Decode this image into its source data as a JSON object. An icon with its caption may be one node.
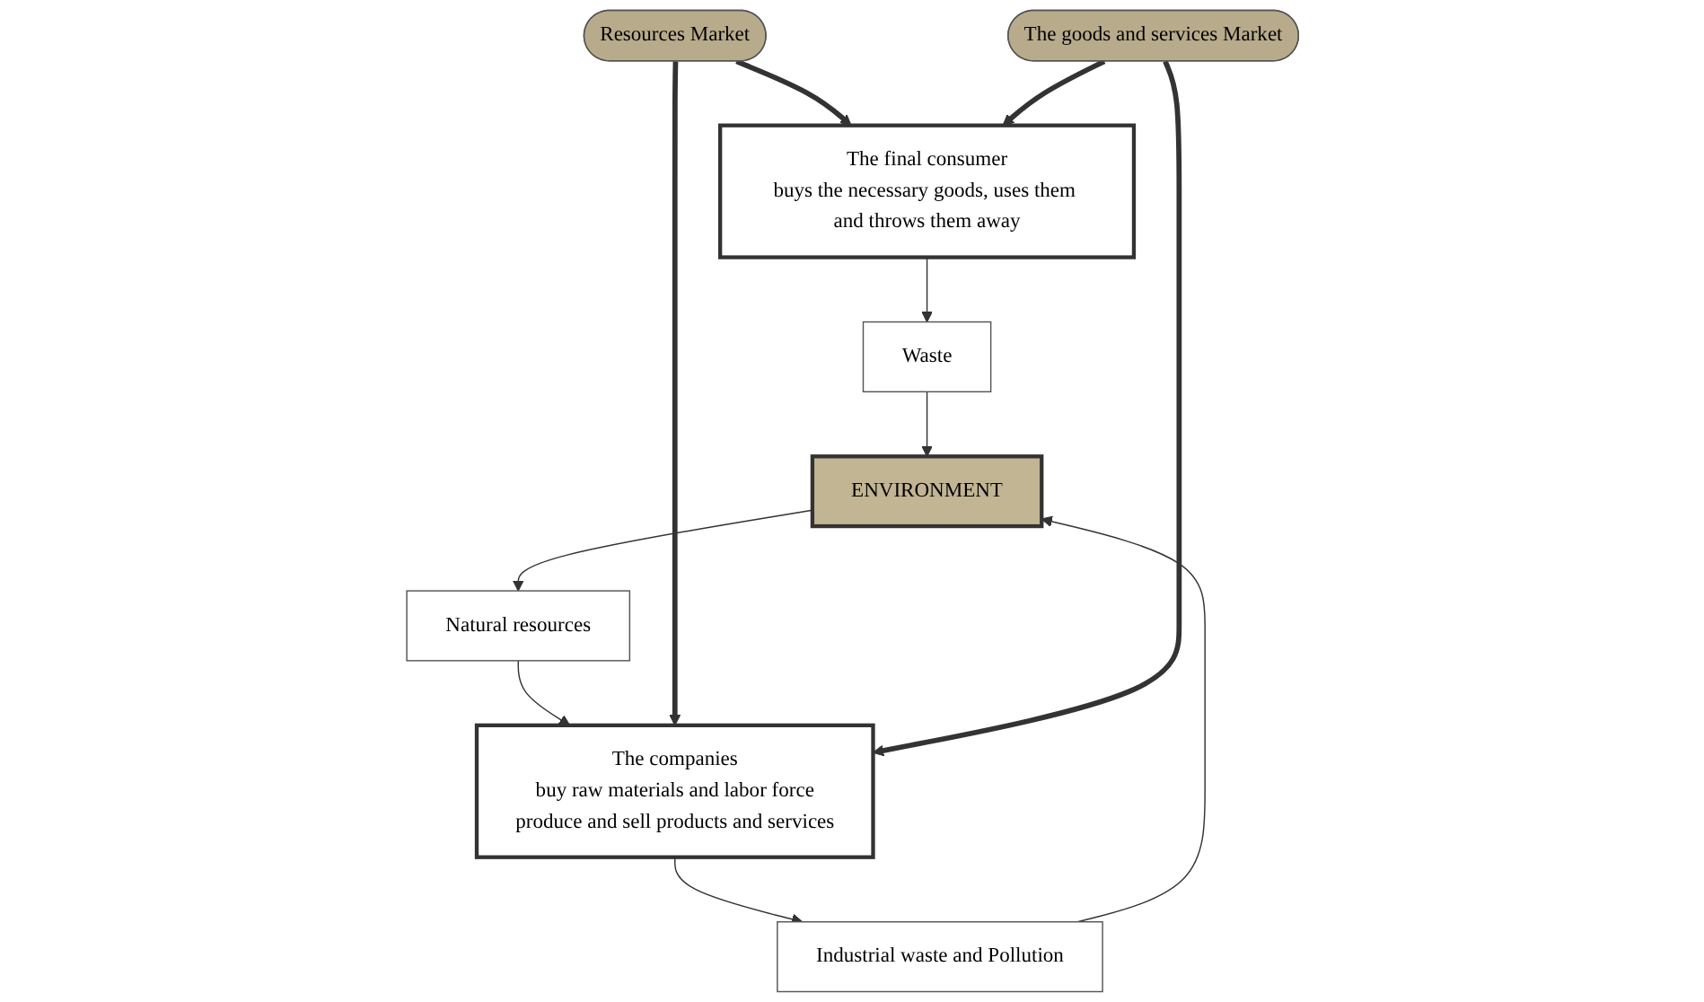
{
  "diagram": {
    "nodes": [
      {
        "text": [
          "The final consumer",
          "buys the necessary goods, uses them and throws them away"
        ]
      },
      {
        "text": [
          "Waste"
        ]
      },
      {
        "text": [
          "ENVIRONMENT"
        ]
      },
      {
        "text": [
          "Natural resources"
        ]
      },
      {
        "text": [
          "Industrial waste and Pollution"
        ]
      },
      {
        "text": [
          "The companies",
          "buy raw materials and labor force",
          "produce and sell products and services"
        ]
      },
      {
        "text": [
          "Resources Market"
        ]
      },
      {
        "text": [
          "The goods and services Market"
        ]
      }
    ],
    "edges": [
      {
        "from": 0,
        "to": 1,
        "arrow": "to"
      },
      {
        "from": 1,
        "to": 2,
        "arrow": "to"
      },
      {
        "from": 2,
        "to": 3,
        "arrow": "to"
      },
      {
        "from": 3,
        "to": 5,
        "arrow": "to"
      },
      {
        "from": 5,
        "to": 4,
        "arrow": "to"
      },
      {
        "from": 4,
        "to": 2,
        "arrow": "to"
      },
      {
        "from": 6,
        "to": 0,
        "arrow": "to",
        "style": "thick"
      },
      {
        "from": 6,
        "to": 5,
        "arrow": "to",
        "style": "thick"
      },
      {
        "from": 7,
        "to": 0,
        "arrow": "to",
        "style": "thick"
      },
      {
        "from": 7,
        "to": 5,
        "arrow": "to",
        "style": "thick"
      }
    ]
  }
}
